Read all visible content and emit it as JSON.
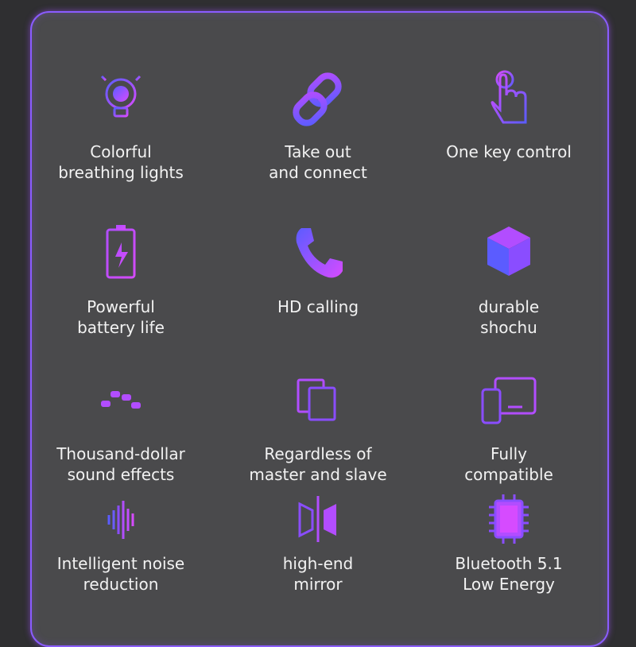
{
  "features": [
    {
      "label": "Colorful\nbreathing lights",
      "icon": "lightbulb-icon"
    },
    {
      "label": "Take out\nand connect",
      "icon": "chain-link-icon"
    },
    {
      "label": "One key control",
      "icon": "finger-tap-icon"
    },
    {
      "label": "Powerful\nbattery life",
      "icon": "battery-icon"
    },
    {
      "label": "HD calling",
      "icon": "phone-icon"
    },
    {
      "label": "durable\nshochu",
      "icon": "cube-icon"
    },
    {
      "label": "Thousand-dollar\nsound effects",
      "icon": "equalizer-icon"
    },
    {
      "label": "Regardless of\nmaster and slave",
      "icon": "overlap-squares-icon"
    },
    {
      "label": "Fully\ncompatible",
      "icon": "devices-icon"
    },
    {
      "label": "Intelligent noise\nreduction",
      "icon": "soundwave-icon"
    },
    {
      "label": "high-end\nmirror",
      "icon": "mirror-icon"
    },
    {
      "label": "Bluetooth 5.1\nLow Energy",
      "icon": "chip-icon"
    }
  ],
  "colors": {
    "accent_blue": "#5b5cff",
    "accent_purple": "#b24dff",
    "accent_magenta": "#d64bff"
  }
}
